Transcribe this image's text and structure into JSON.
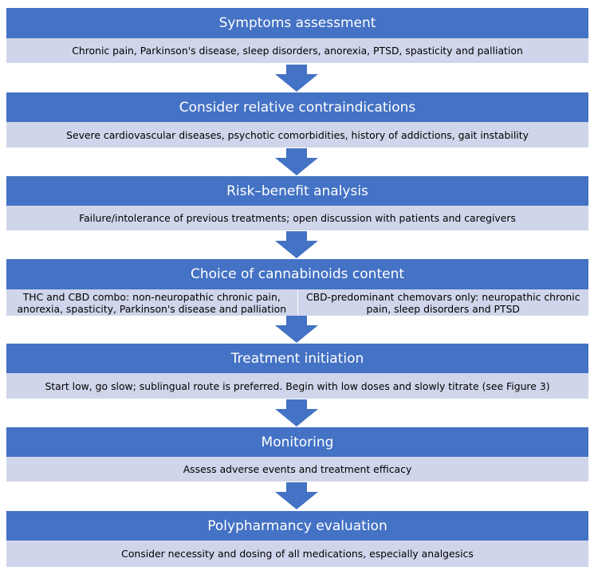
{
  "steps": [
    {
      "title": "Symptoms assessment",
      "detail": "Chronic pain, Parkinson's disease, sleep disorders, anorexia, PTSD, spasticity and palliation"
    },
    {
      "title": "Consider relative contraindications",
      "detail": "Severe cardiovascular diseases, psychotic comorbidities, history of addictions, gait instability"
    },
    {
      "title": "Risk–benefit analysis",
      "detail": "Failure/intolerance of previous treatments; open discussion with patients and caregivers"
    },
    {
      "title": "Choice of cannabinoids content",
      "detail_left": "THC and CBD combo: non-neuropathic chronic pain, anorexia, spasticity, Parkinson's disease and palliation",
      "detail_right": "CBD-predominant chemovars only: neuropathic chronic pain, sleep disorders and PTSD"
    },
    {
      "title": "Treatment initiation",
      "detail": "Start low, go slow; sublingual route is preferred. Begin with low doses and slowly titrate (see Figure 3)"
    },
    {
      "title": "Monitoring",
      "detail": "Assess adverse events and treatment efficacy"
    },
    {
      "title": "Polypharmancy evaluation",
      "detail": "Consider necessity and dosing of all medications, especially analgesics"
    }
  ],
  "colors": {
    "header": "#4472c4",
    "detail": "#cfd5ea",
    "arrow": "#4472c4"
  }
}
